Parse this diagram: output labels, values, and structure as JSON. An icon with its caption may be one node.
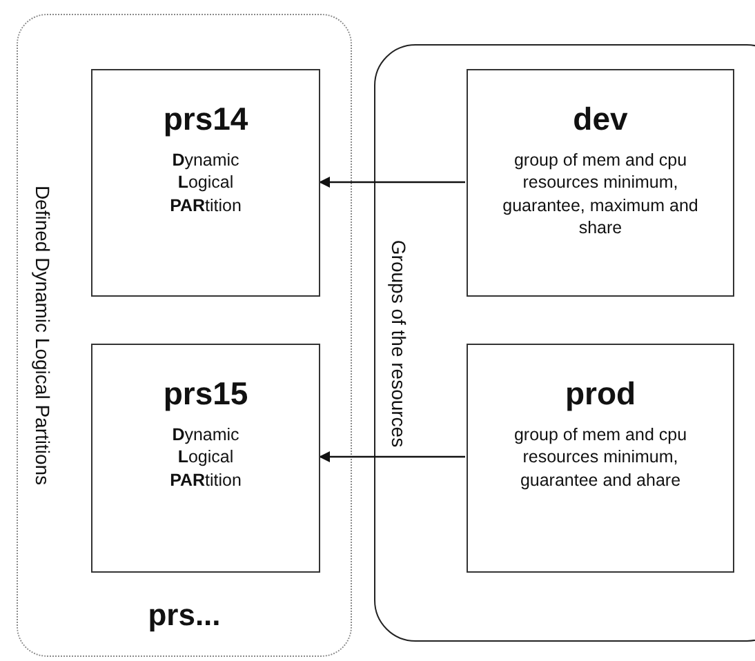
{
  "diagram": {
    "nodes": [
      {
        "text": [
          "Defined Dynamic Logical Partitions",
          "prs..."
        ]
      },
      {
        "text": [
          "prs14",
          "**D**ynamic **L**ogical **PAR**tition"
        ],
        "in": 0
      },
      {
        "text": [
          "prs15",
          "**D**ynamic **L**ogical **PAR**tition"
        ],
        "in": 0
      },
      {
        "text": [
          "Groups of the resources"
        ]
      },
      {
        "text": [
          "dev",
          "group of mem and cpu resources minimum, guarantee, maximum and share"
        ],
        "in": 3
      },
      {
        "text": [
          "prod",
          "group of mem and cpu resources minimum, guarantee and ahare"
        ],
        "in": 3
      }
    ],
    "edges": [
      {
        "from": 4,
        "to": 1,
        "arrow": "to"
      },
      {
        "from": 5,
        "to": 2,
        "arrow": "to"
      }
    ]
  }
}
